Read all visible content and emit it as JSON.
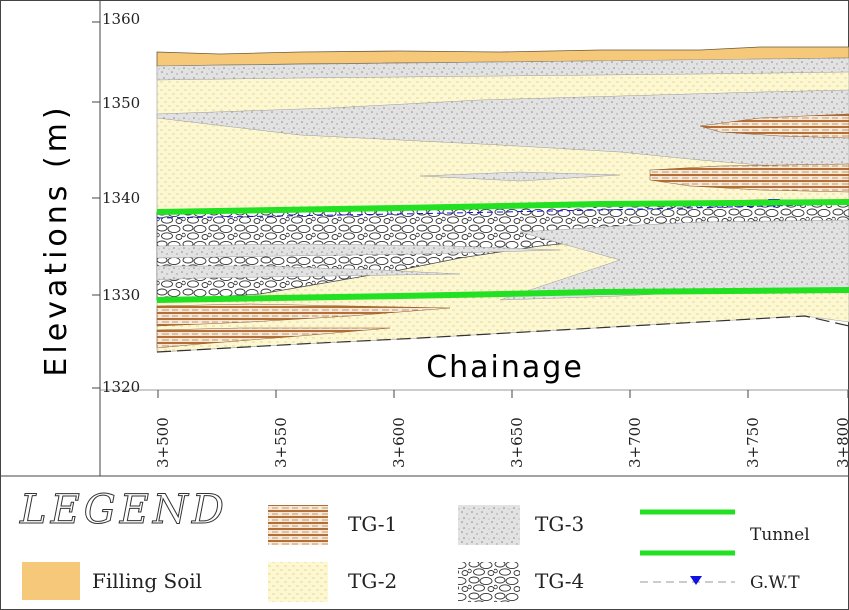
{
  "figure": {
    "y_axis_label": "Elevations (m)",
    "x_axis_label": "Chainage",
    "elevation_ticks": [
      "1360",
      "1350",
      "1340",
      "1330",
      "1320"
    ],
    "chainage_ticks": [
      "3+500",
      "3+550",
      "3+600",
      "3+650",
      "3+700",
      "3+750",
      "3+800"
    ]
  },
  "legend": {
    "title": "LEGEND",
    "items": {
      "filling_soil": "Filling Soil",
      "tg1": "TG-1",
      "tg2": "TG-2",
      "tg3": "TG-3",
      "tg4": "TG-4",
      "tunnel": "Tunnel",
      "gwt": "G.W.T"
    }
  },
  "colors": {
    "filling_soil": "#f5c87a",
    "tg1": "#b0703a",
    "tg2": "#fdf7cf",
    "tg3": "#dcdcdc",
    "tunnel": "#22e022",
    "gwt": "#1010e0"
  }
}
